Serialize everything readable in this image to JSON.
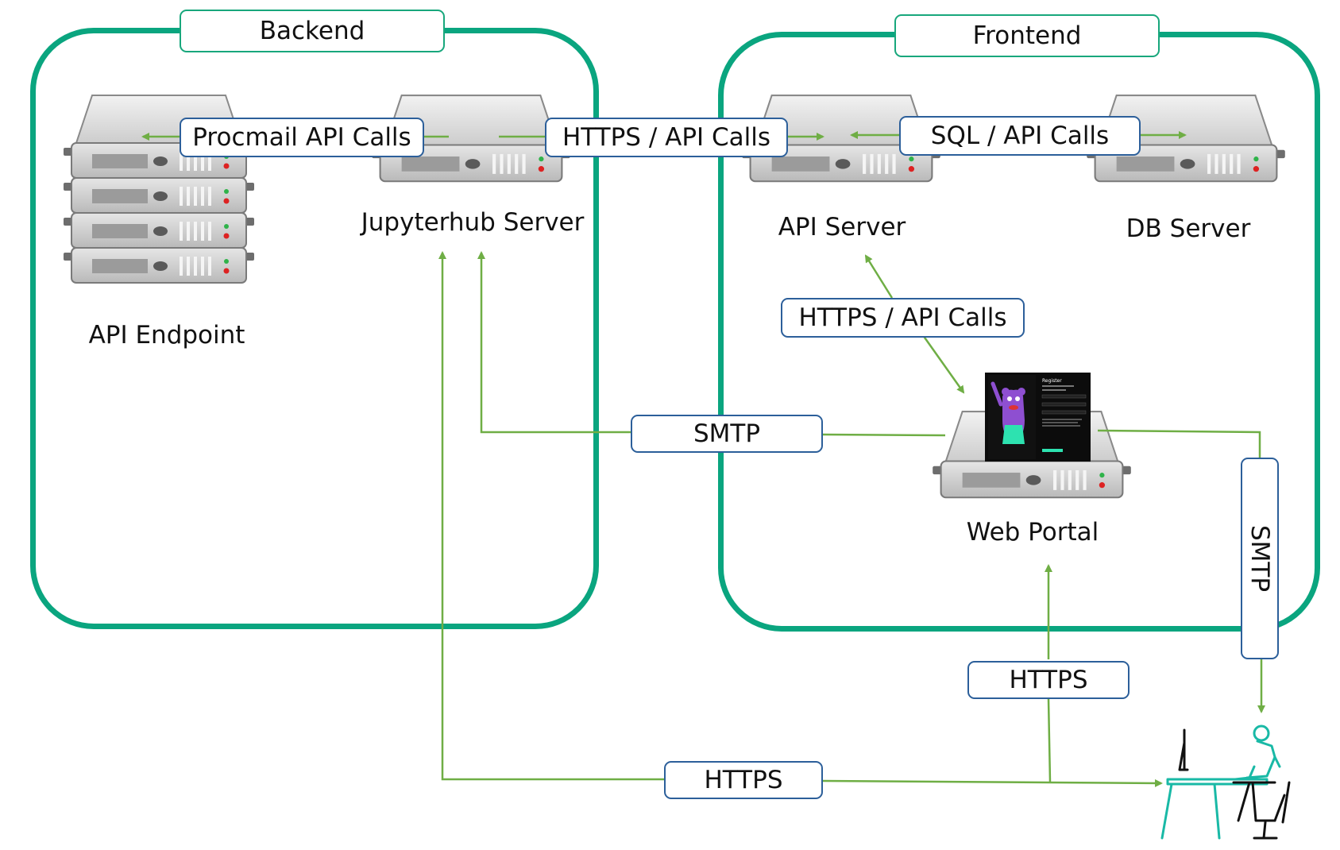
{
  "groups": {
    "backend": "Backend",
    "frontend": "Frontend"
  },
  "nodes": {
    "api_endpoint": "API Endpoint",
    "jupyterhub": "Jupyterhub Server",
    "api_server": "API Server",
    "db_server": "DB Server",
    "web_portal": "Web Portal"
  },
  "connections": {
    "procmail": "Procmail API Calls",
    "https_api_top": "HTTPS / API Calls",
    "sql_api": "SQL / API Calls",
    "https_api_mid": "HTTPS / API Calls",
    "smtp_left": "SMTP",
    "smtp_right": "SMTP",
    "https_right": "HTTPS",
    "https_bottom": "HTTPS"
  },
  "portal_screen": {
    "title": "Register"
  },
  "colors": {
    "group_border": "#0aa57f",
    "arrow": "#6fae45",
    "label_border": "#2c5f9a",
    "user_icon": "#19b9a6"
  }
}
